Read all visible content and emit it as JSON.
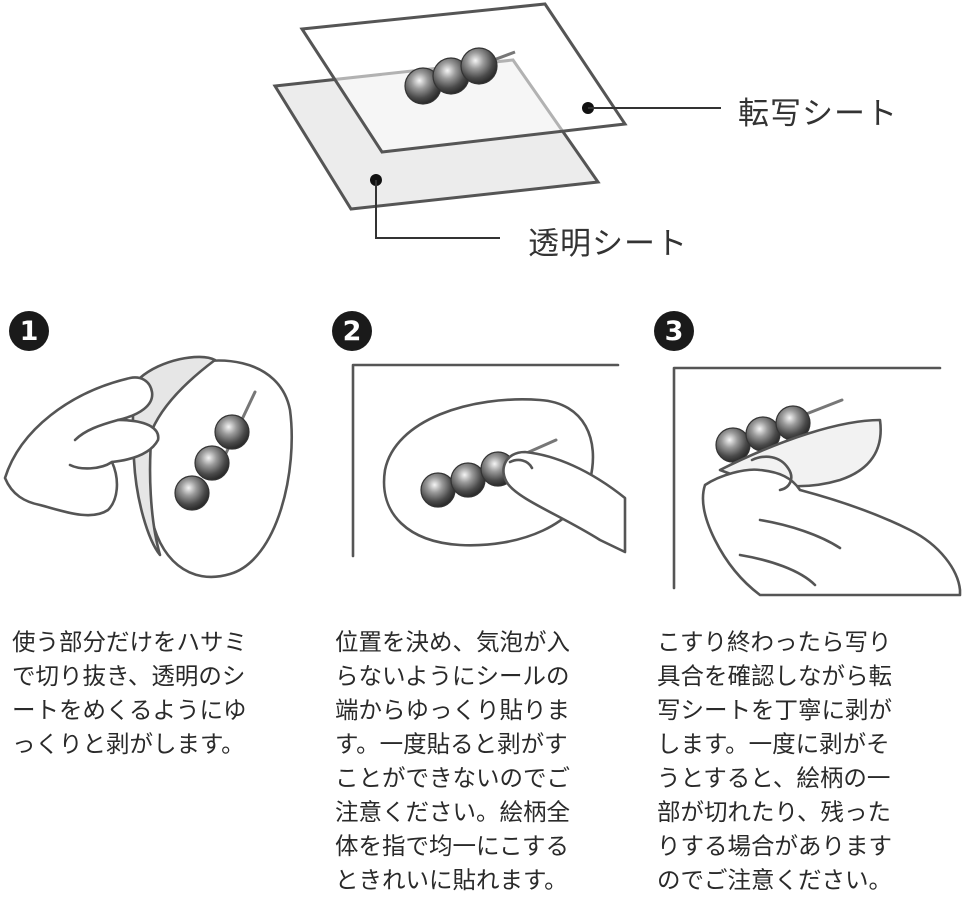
{
  "labels": {
    "transfer_sheet": "転写シート",
    "clear_sheet": "透明シート"
  },
  "steps": [
    {
      "number": "1",
      "text": "使う部分だけをハサミ\nで切り抜き、透明のシ\nートをめくるようにゆ\nっくりと剥がします。"
    },
    {
      "number": "2",
      "text": "位置を決め、気泡が入\nらないようにシールの\n端からゆっくり貼りま\nす。一度貼ると剥がす\nことができないのでご\n注意ください。絵柄全\n体を指で均一にこする\nときれいに貼れます。"
    },
    {
      "number": "3",
      "text": "こすり終わったら写り\n具合を確認しながら転\n写シートを丁寧に剥が\nします。一度に剥がそ\nうとすると、絵柄の一\n部が切れたり、残った\nりする場合があります\nのでご注意ください。"
    }
  ],
  "colors": {
    "line": "#555555",
    "sheet_fill": "#ececec",
    "badge": "#1a1a1a"
  }
}
